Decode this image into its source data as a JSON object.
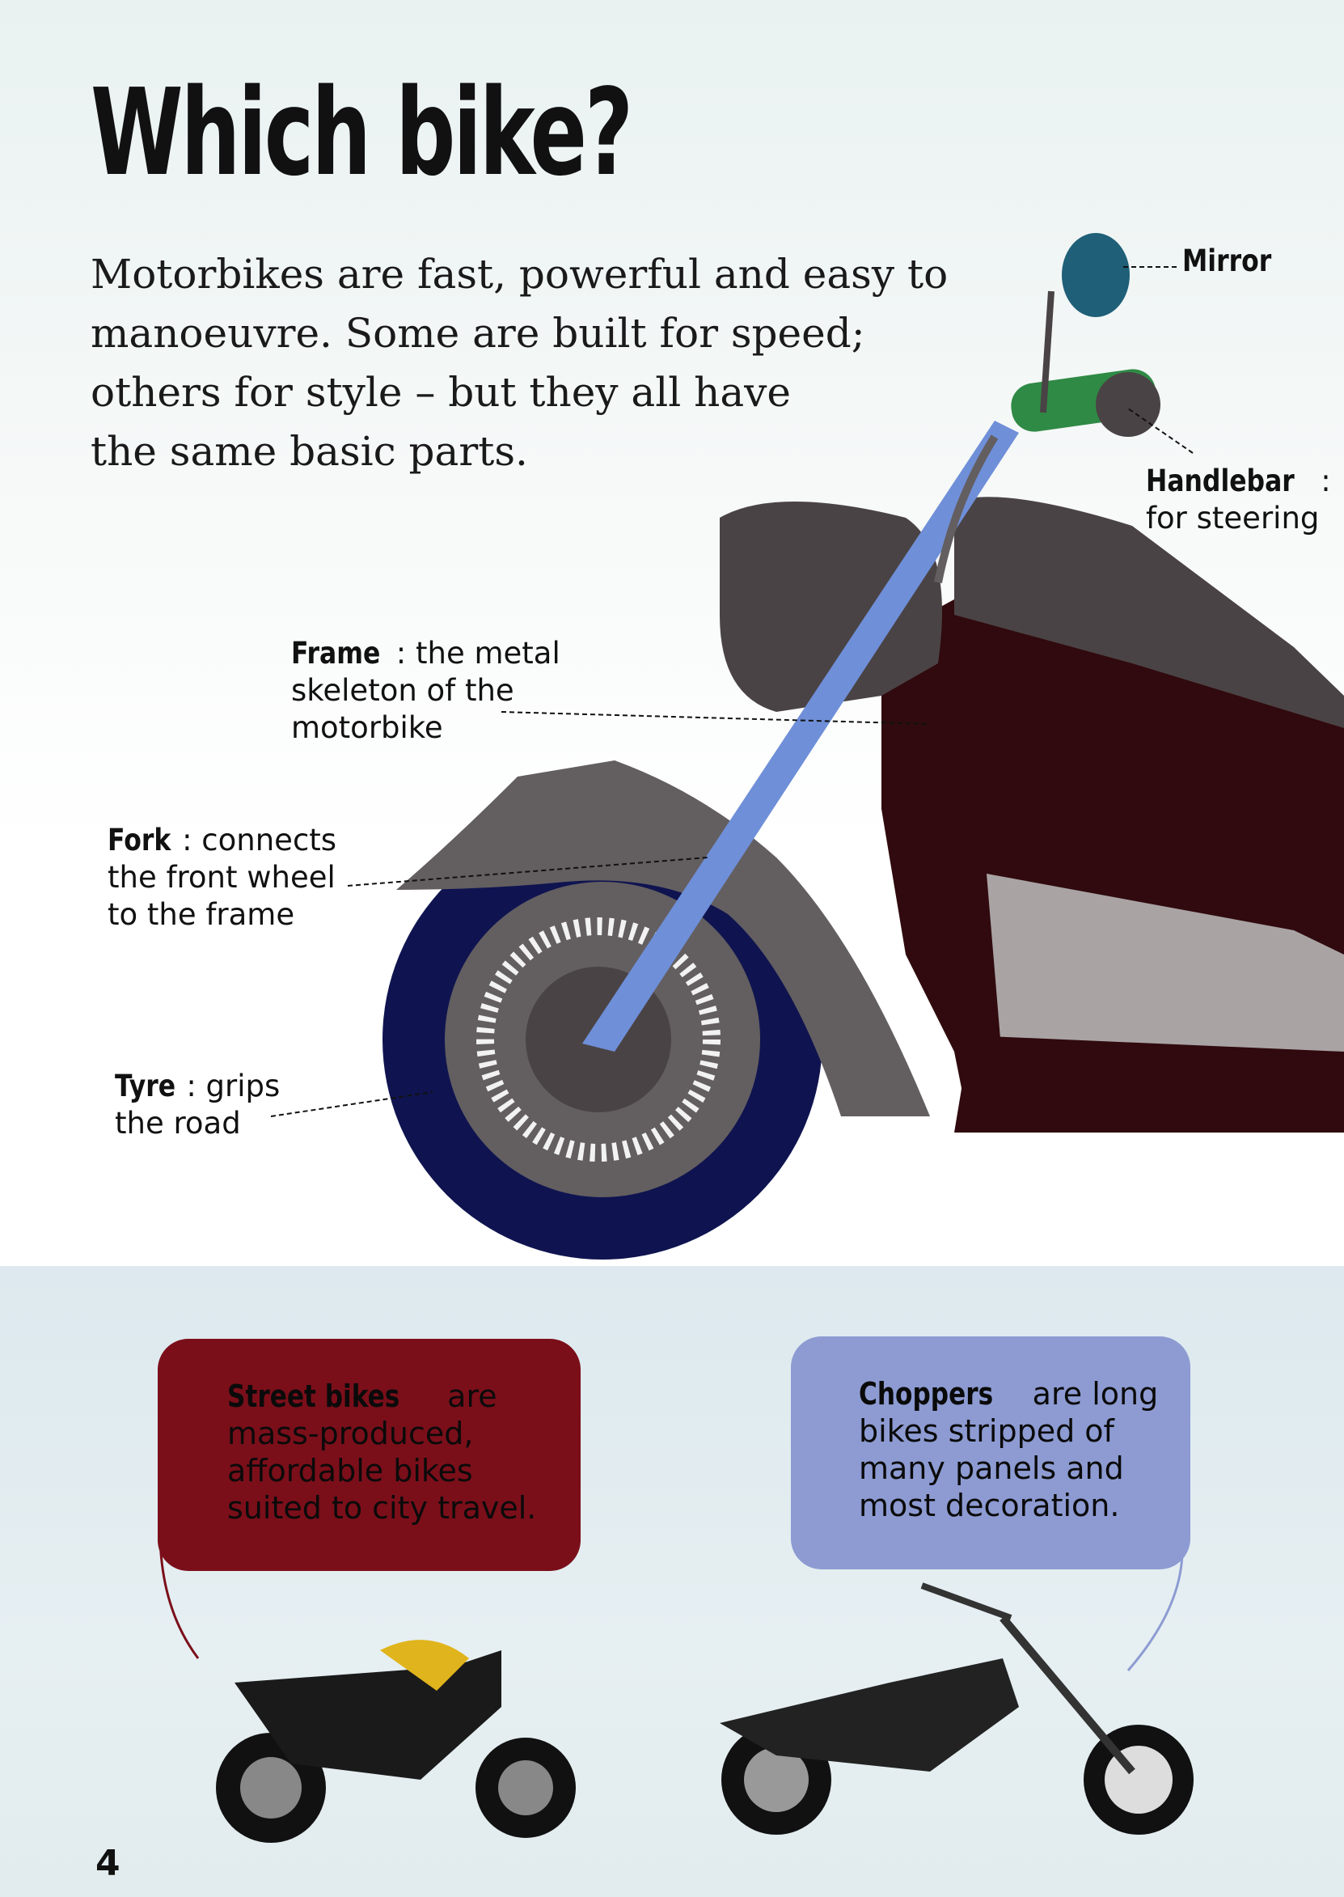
{
  "title": "Which bike?",
  "intro": [
    "Motorbikes are fast, powerful and easy to",
    "manoeuvre. Some are built for speed;",
    "others for style – but they all have",
    "the same basic parts."
  ],
  "labels": {
    "mirror": {
      "term": "Mirror",
      "desc": ""
    },
    "handlebar": {
      "term": "Handlebar",
      "desc": "for steering"
    },
    "frame": {
      "term": "Frame",
      "desc": "the metal skeleton of the motorbike",
      "lines": [
        "the metal",
        "skeleton of the",
        "motorbike"
      ]
    },
    "fork": {
      "term": "Fork",
      "lines": [
        "connects",
        "the front wheel",
        "to the frame"
      ]
    },
    "tyre": {
      "term": "Tyre",
      "lines": [
        "grips",
        "the road"
      ]
    }
  },
  "boxes": {
    "street": {
      "term": "Street bikes",
      "lines": [
        " are",
        "mass-produced,",
        "affordable bikes",
        "suited to city travel."
      ]
    },
    "choppers": {
      "term": "Choppers",
      "lines": [
        " are long",
        "bikes stripped of",
        "many panels and",
        "most decoration."
      ]
    }
  },
  "page_number": "4",
  "colors": {
    "street_box": "#7a0f1a",
    "chopper_box": "#8d9bd2",
    "tyre": "#0f1450",
    "fork": "#6f8fd8",
    "handlebar": "#2f8a45",
    "mirror": "#1f5f78"
  }
}
